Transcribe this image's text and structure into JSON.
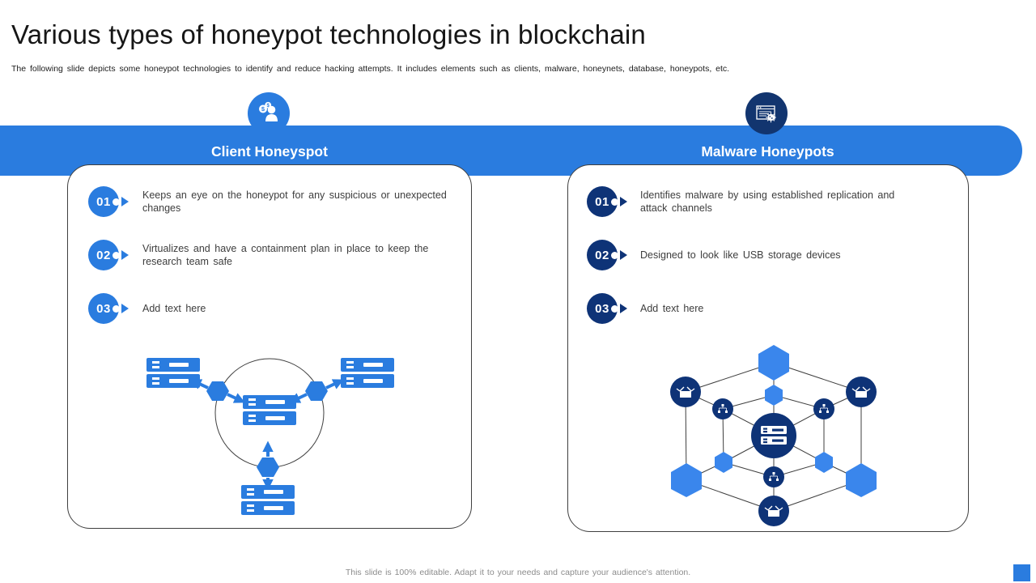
{
  "slide": {
    "title": "Various types of honeypot technologies in blockchain",
    "subtitle": "The following slide depicts some honeypot technologies to identify and reduce hacking attempts. It includes elements such as clients, malware, honeynets, database, honeypots, etc.",
    "footer": "This slide is 100% editable.  Adapt it to your needs and capture your audience's attention."
  },
  "colors": {
    "banner_blue": "#2a7cdf",
    "accent_blue": "#2a7cdf",
    "accent_navy": "#0e3377",
    "diagram_hex_blue": "#3a86ec"
  },
  "sections": [
    {
      "id": "client-honeypot",
      "title": "Client Honeyspot",
      "icon": "users-coins-icon",
      "items": [
        {
          "number": "01",
          "text": "Keeps an eye on the honeypot for any suspicious or unexpected changes"
        },
        {
          "number": "02",
          "text": "Virtualizes and have a containment plan in place to keep the research team safe"
        },
        {
          "number": "03",
          "text": "Add text here"
        }
      ],
      "diagram": "servers-around-circle-network"
    },
    {
      "id": "malware-honeypots",
      "title": "Malware Honeypots",
      "icon": "malware-window-icon",
      "items": [
        {
          "number": "01",
          "text": "Identifies malware by using established replication and attack channels"
        },
        {
          "number": "02",
          "text": "Designed to look like USB storage devices"
        },
        {
          "number": "03",
          "text": "Add text here"
        }
      ],
      "diagram": "hexagon-blockchain-network"
    }
  ]
}
